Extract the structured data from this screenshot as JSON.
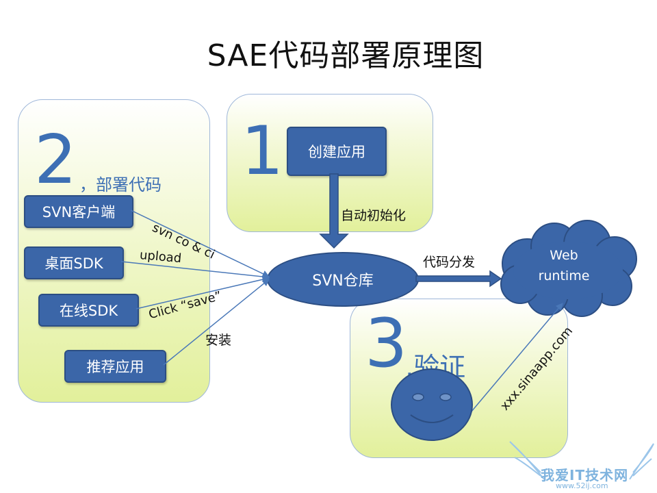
{
  "title": "SAE代码部署原理图",
  "panel2": {
    "number": "2",
    "label": "，部署代码",
    "boxes": [
      "SVN客户端",
      "桌面SDK",
      "在线SDK",
      "推荐应用"
    ]
  },
  "panel1": {
    "number": "1",
    "box": "创建应用",
    "arrow_label": "自动初始化"
  },
  "panel3": {
    "number": "3",
    "label": ",验证",
    "link_label": "xxx.sinaapp.com"
  },
  "center": {
    "repo": "SVN仓库",
    "distribute_label": "代码分发",
    "cloud_line1": "Web",
    "cloud_line2": "runtime"
  },
  "edge_labels": {
    "svn": "svn  co & ci",
    "upload": "upload",
    "click_save": "Click “save”",
    "install": "安装"
  },
  "watermark": {
    "text": "我爱IT技术网",
    "url": "www.52ij.com"
  },
  "colors": {
    "box_fill": "#3b66a8",
    "number": "#3d6fb4",
    "panel_bottom": "#e2f09b"
  }
}
